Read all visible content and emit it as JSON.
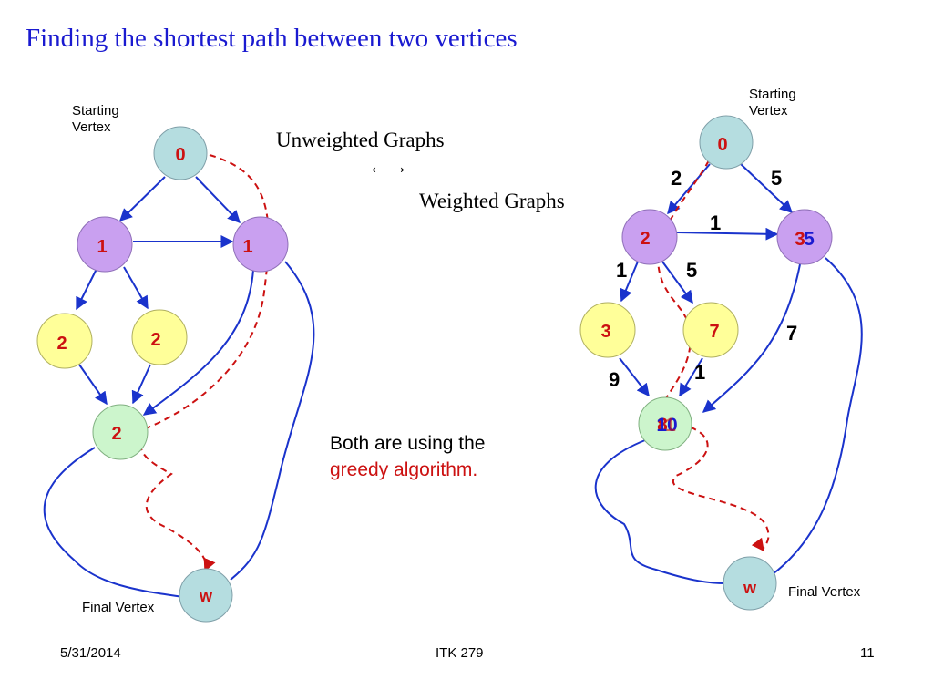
{
  "slide": {
    "title": "Finding the shortest path between two vertices",
    "subtitle_line1": "Unweighted Graphs",
    "arrows": "←→",
    "subtitle_line2": "Weighted Graphs",
    "body_line1": "Both are using the",
    "body_line2": "greedy algorithm."
  },
  "left_graph": {
    "start_label": "Starting Vertex",
    "final_label": "Final Vertex",
    "nodes": {
      "start": "0",
      "left1": "1",
      "right1": "1",
      "left2": "2",
      "mid2": "2",
      "bottom2": "2",
      "final": "w"
    }
  },
  "right_graph": {
    "start_label": "Starting Vertex",
    "final_label": "Final Vertex",
    "nodes": {
      "start": "0",
      "left_old": "2",
      "right_old": "3",
      "right_new": "5",
      "bl": "3",
      "br": "7",
      "bottom_old1": "8",
      "bottom_new": "10",
      "bottom_old2": "1",
      "final": "w"
    },
    "weights": {
      "start_left": "2",
      "start_right": "5",
      "left_right": "1",
      "left_bl": "1",
      "left_br": "5",
      "right_bottom": "7",
      "bl_bottom": "9",
      "br_bottom": "1"
    }
  },
  "footer": {
    "date": "5/31/2014",
    "course": "ITK 279",
    "page": "11"
  },
  "colors": {
    "title": "#1a1ad0",
    "edge": "#1a33cc",
    "path": "#cc1111",
    "node_teal": "#b5dde0",
    "node_purple": "#c9a0f0",
    "node_yellow": "#ffff99",
    "node_green": "#ccf5cc"
  }
}
